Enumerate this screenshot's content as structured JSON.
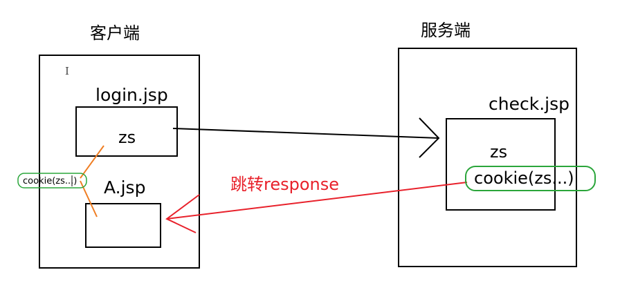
{
  "client": {
    "title": "客户端",
    "login_page": {
      "label": "login.jsp",
      "value": "zs"
    },
    "a_page": {
      "label": "A.jsp"
    },
    "cookie": "cookie(zs...)"
  },
  "server": {
    "title": "服务端",
    "check_page": {
      "label": "check.jsp",
      "value": "zs",
      "cookie": "cookie(zs...)"
    }
  },
  "response_label": "跳转response",
  "colors": {
    "box": "#000000",
    "response_arrow": "#e8202a",
    "cookie_outline": "#2aa53a",
    "cookie_link": "#ef7d22"
  }
}
